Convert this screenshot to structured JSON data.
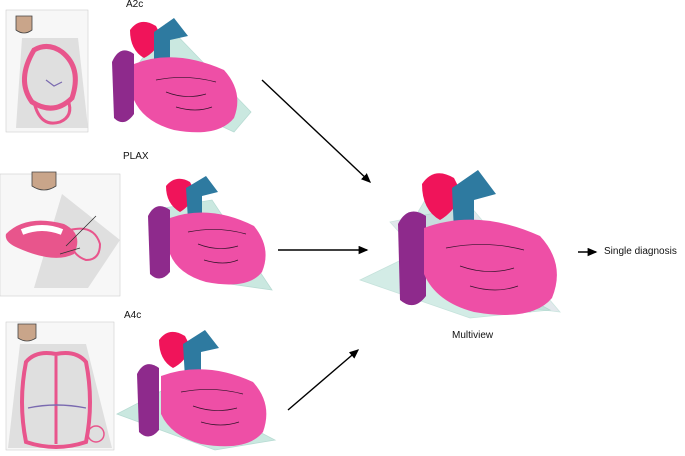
{
  "views": {
    "a2c": {
      "label": "A2c"
    },
    "plax": {
      "label": "PLAX"
    },
    "a4c": {
      "label": "A4c"
    }
  },
  "multiview": {
    "label": "Multiview"
  },
  "output": {
    "label": "Single diagnosis"
  },
  "colors": {
    "heart_pink": "#ee4fa6",
    "heart_dark_pink": "#e82d8a",
    "aorta_red": "#f0145a",
    "pulmonary_blue": "#2e7aa0",
    "atrium_purple": "#8e2a8c",
    "plane_teal": "#9fd6c8",
    "probe_skin": "#c9a58a",
    "echo_pink": "#e8558c"
  }
}
